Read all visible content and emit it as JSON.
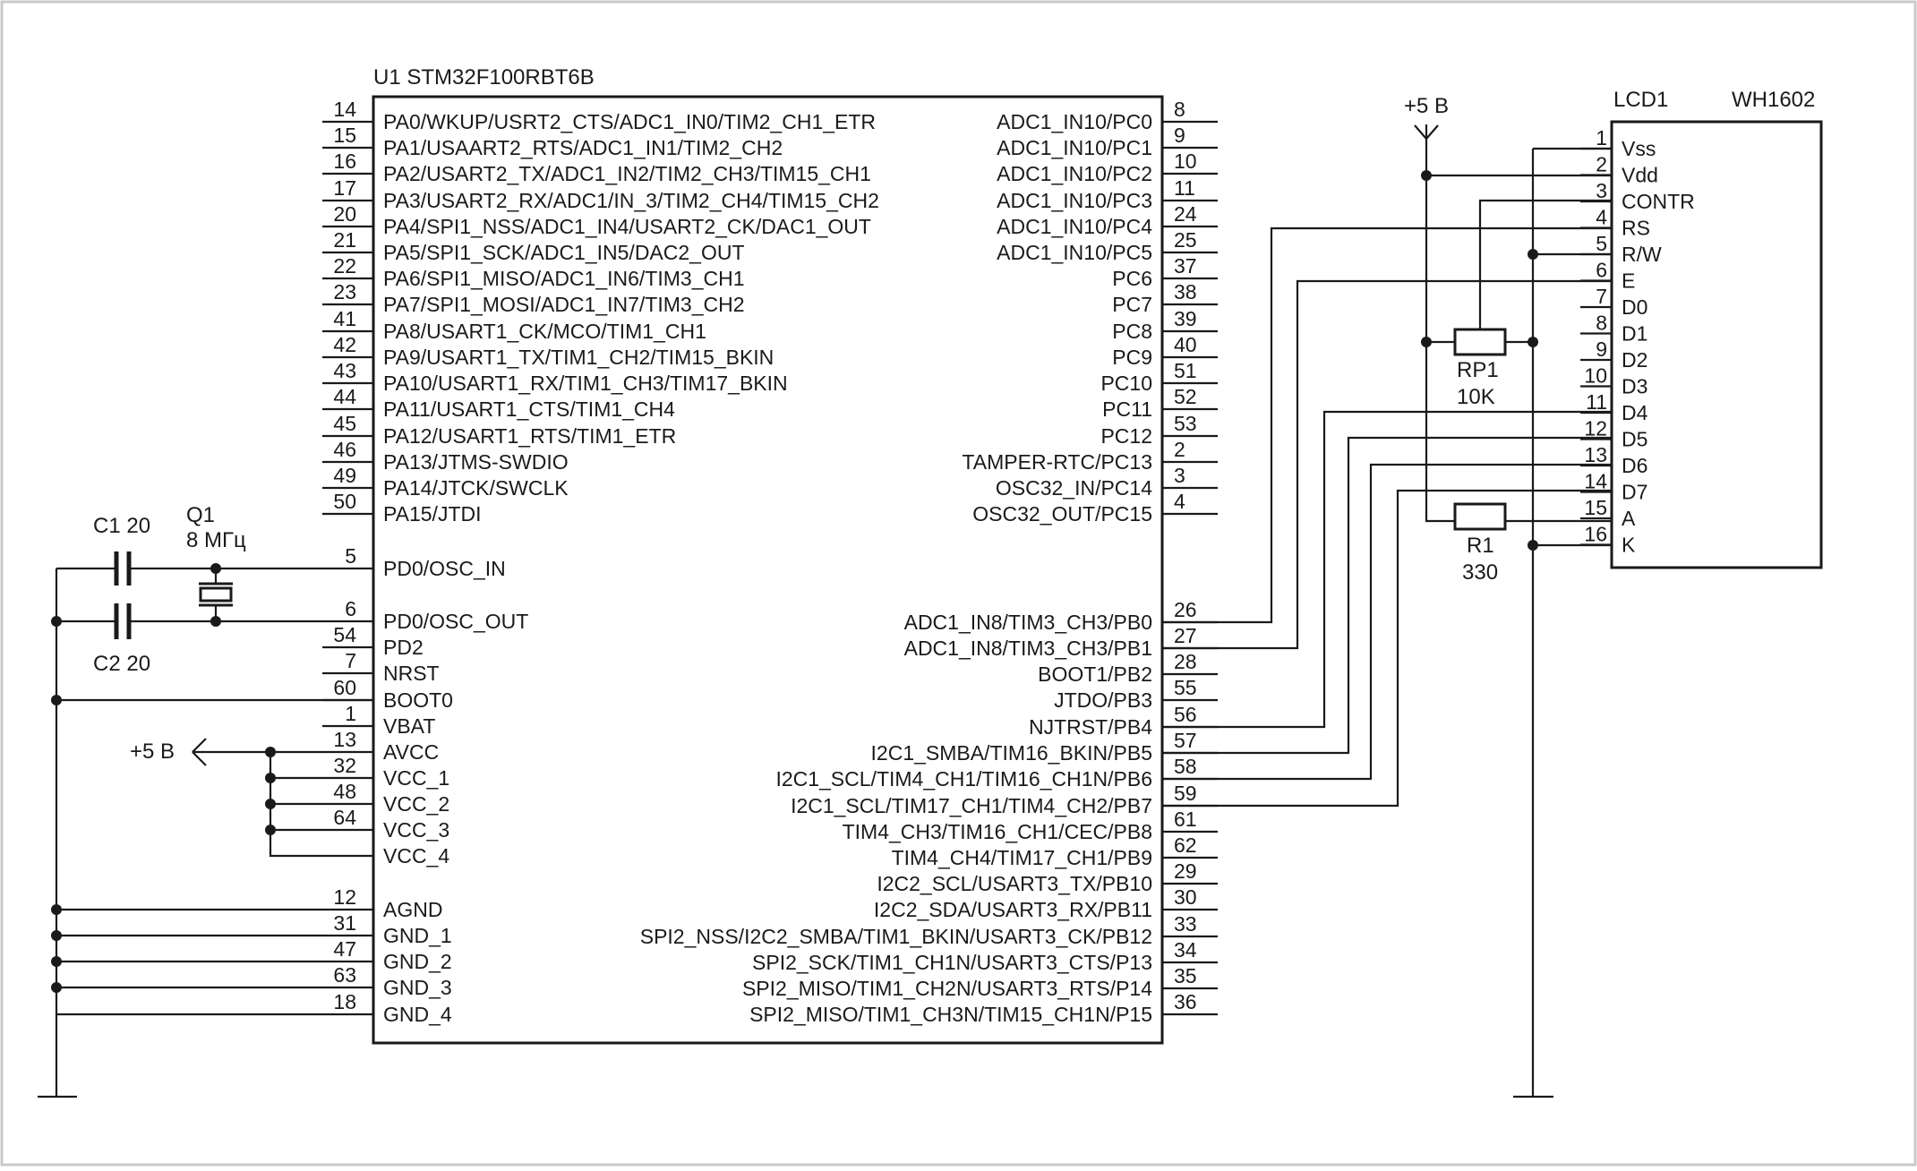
{
  "mcu": {
    "designator": "U1 STM32F100RBT6B",
    "left_pins": [
      {
        "num": "14",
        "label": "PA0/WKUP/USRT2_CTS/ADC1_IN0/TIM2_CH1_ETR"
      },
      {
        "num": "15",
        "label": "PA1/USAART2_RTS/ADC1_IN1/TIM2_CH2"
      },
      {
        "num": "16",
        "label": "PA2/USART2_TX/ADC1_IN2/TIM2_CH3/TIM15_CH1"
      },
      {
        "num": "17",
        "label": "PA3/USART2_RX/ADC1/IN_3/TIM2_CH4/TIM15_CH2"
      },
      {
        "num": "20",
        "label": "PA4/SPI1_NSS/ADC1_IN4/USART2_CK/DAC1_OUT"
      },
      {
        "num": "21",
        "label": "PA5/SPI1_SCK/ADC1_IN5/DAC2_OUT"
      },
      {
        "num": "22",
        "label": "PA6/SPI1_MISO/ADC1_IN6/TIM3_CH1"
      },
      {
        "num": "23",
        "label": "PA7/SPI1_MOSI/ADC1_IN7/TIM3_CH2"
      },
      {
        "num": "41",
        "label": "PA8/USART1_CK/MCO/TIM1_CH1"
      },
      {
        "num": "42",
        "label": "PA9/USART1_TX/TIM1_CH2/TIM15_BKIN"
      },
      {
        "num": "43",
        "label": "PA10/USART1_RX/TIM1_CH3/TIM17_BKIN"
      },
      {
        "num": "44",
        "label": "PA11/USART1_CTS/TIM1_CH4"
      },
      {
        "num": "45",
        "label": "PA12/USART1_RTS/TIM1_ETR"
      },
      {
        "num": "46",
        "label": "PA13/JTMS-SWDIO"
      },
      {
        "num": "49",
        "label": "PA14/JTCK/SWCLK"
      },
      {
        "num": "50",
        "label": "PA15/JTDI"
      },
      {
        "num": "5",
        "label": "PD0/OSC_IN"
      },
      {
        "num": "6",
        "label": "PD0/OSC_OUT"
      },
      {
        "num": "54",
        "label": "PD2"
      },
      {
        "num": "7",
        "label": "NRST"
      },
      {
        "num": "60",
        "label": "BOOT0"
      },
      {
        "num": "1",
        "label": "VBAT"
      },
      {
        "num": "13",
        "label": "AVCC"
      },
      {
        "num": "32",
        "label": "VCC_1"
      },
      {
        "num": "48",
        "label": "VCC_2"
      },
      {
        "num": "64",
        "label": "VCC_3"
      },
      {
        "num": "",
        "label": "VCC_4"
      },
      {
        "num": "12",
        "label": "AGND"
      },
      {
        "num": "31",
        "label": "GND_1"
      },
      {
        "num": "47",
        "label": "GND_2"
      },
      {
        "num": "63",
        "label": "GND_3"
      },
      {
        "num": "18",
        "label": "GND_4"
      }
    ],
    "right_pins": [
      {
        "num": "8",
        "label": "ADC1_IN10/PC0"
      },
      {
        "num": "9",
        "label": "ADC1_IN10/PC1"
      },
      {
        "num": "10",
        "label": "ADC1_IN10/PC2"
      },
      {
        "num": "11",
        "label": "ADC1_IN10/PC3"
      },
      {
        "num": "24",
        "label": "ADC1_IN10/PC4"
      },
      {
        "num": "25",
        "label": "ADC1_IN10/PC5"
      },
      {
        "num": "37",
        "label": "PC6"
      },
      {
        "num": "38",
        "label": "PC7"
      },
      {
        "num": "39",
        "label": "PC8"
      },
      {
        "num": "40",
        "label": "PC9"
      },
      {
        "num": "51",
        "label": "PC10"
      },
      {
        "num": "52",
        "label": "PC11"
      },
      {
        "num": "53",
        "label": "PC12"
      },
      {
        "num": "2",
        "label": "TAMPER-RTC/PC13"
      },
      {
        "num": "3",
        "label": "OSC32_IN/PC14"
      },
      {
        "num": "4",
        "label": "OSC32_OUT/PC15"
      },
      {
        "num": "26",
        "label": "ADC1_IN8/TIM3_CH3/PB0"
      },
      {
        "num": "27",
        "label": "ADC1_IN8/TIM3_CH3/PB1"
      },
      {
        "num": "28",
        "label": "BOOT1/PB2"
      },
      {
        "num": "55",
        "label": "JTDO/PB3"
      },
      {
        "num": "56",
        "label": "NJTRST/PB4"
      },
      {
        "num": "57",
        "label": "I2C1_SMBA/TIM16_BKIN/PB5"
      },
      {
        "num": "58",
        "label": "I2C1_SCL/TIM4_CH1/TIM16_CH1N/PB6"
      },
      {
        "num": "59",
        "label": "I2C1_SCL/TIM17_CH1/TIM4_CH2/PB7"
      },
      {
        "num": "61",
        "label": "TIM4_CH3/TIM16_CH1/CEC/PB8"
      },
      {
        "num": "62",
        "label": "TIM4_CH4/TIM17_CH1/PB9"
      },
      {
        "num": "29",
        "label": "I2C2_SCL/USART3_TX/PB10"
      },
      {
        "num": "30",
        "label": "I2C2_SDA/USART3_RX/PB11"
      },
      {
        "num": "33",
        "label": "SPI2_NSS/I2C2_SMBA/TIM1_BKIN/USART3_CK/PB12"
      },
      {
        "num": "34",
        "label": "SPI2_SCK/TIM1_CH1N/USART3_CTS/P13"
      },
      {
        "num": "35",
        "label": "SPI2_MISO/TIM1_CH2N/USART3_RTS/P14"
      },
      {
        "num": "36",
        "label": "SPI2_MISO/TIM1_CH3N/TIM15_CH1N/P15"
      }
    ]
  },
  "lcd": {
    "designator": "LCD1",
    "model": "WH1602",
    "pins": [
      {
        "num": "1",
        "label": "Vss"
      },
      {
        "num": "2",
        "label": "Vdd"
      },
      {
        "num": "3",
        "label": "CONTR"
      },
      {
        "num": "4",
        "label": "RS"
      },
      {
        "num": "5",
        "label": "R/W"
      },
      {
        "num": "6",
        "label": "E"
      },
      {
        "num": "7",
        "label": "D0"
      },
      {
        "num": "8",
        "label": "D1"
      },
      {
        "num": "9",
        "label": "D2"
      },
      {
        "num": "10",
        "label": "D3"
      },
      {
        "num": "11",
        "label": "D4"
      },
      {
        "num": "12",
        "label": "D5"
      },
      {
        "num": "13",
        "label": "D6"
      },
      {
        "num": "14",
        "label": "D7"
      },
      {
        "num": "15",
        "label": "A"
      },
      {
        "num": "16",
        "label": "K"
      }
    ]
  },
  "components": {
    "c1": "C1 20",
    "c2": "C2 20",
    "q1_name": "Q1",
    "q1_value": "8 МГц",
    "rp1_name": "RP1",
    "rp1_value": "10K",
    "r1_name": "R1",
    "r1_value": "330"
  },
  "power": {
    "vcc_left": "+5 В",
    "vcc_right": "+5 В"
  },
  "colors": {
    "line": "#1a1a1a",
    "frame": "#c9c9c9",
    "background": "#ffffff"
  }
}
